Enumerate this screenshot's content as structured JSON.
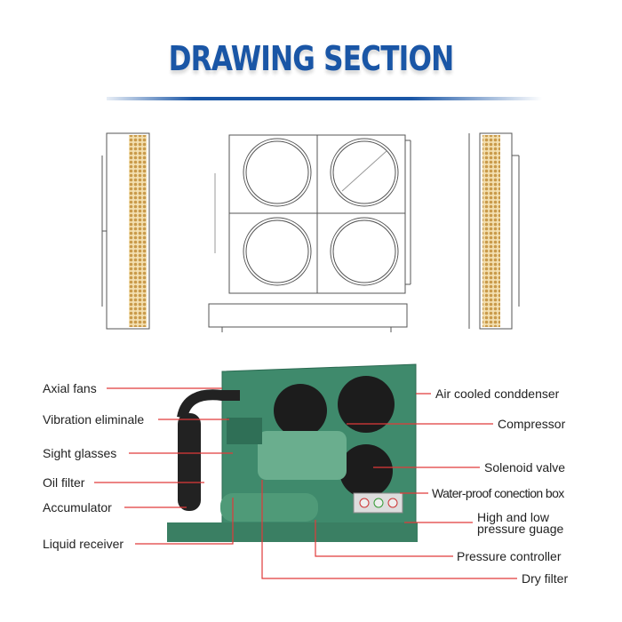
{
  "title": "DRAWING SECTION",
  "labels_left": [
    "Axial fans",
    "Vibration eliminale",
    "Sight glasses",
    "Oil filter",
    "Accumulator",
    "Liquid receiver"
  ],
  "labels_right": [
    "Air cooled conddenser",
    "Compressor",
    "Solenoid valve",
    "Water-proof conection box",
    "High and low",
    "pressure guage",
    "Pressure controller",
    "Dry filter"
  ],
  "colors": {
    "title": "#1a56a6",
    "leader": "#e03a3a",
    "unit": "#3f8a6c"
  }
}
